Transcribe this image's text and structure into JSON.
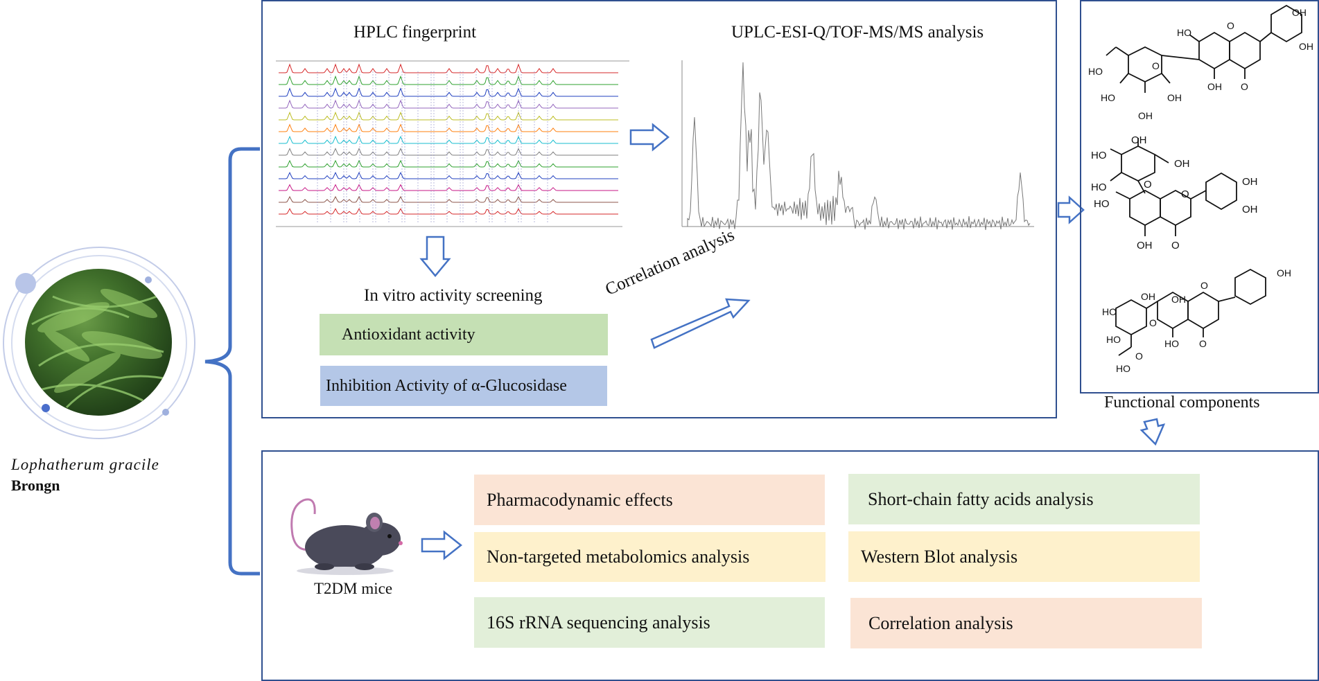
{
  "plant": {
    "name_italic": "Lophatherum gracile",
    "name_bold": "Brongn"
  },
  "top_panel": {
    "hplc_title": "HPLC fingerprint",
    "uplc_title": "UPLC-ESI-Q/TOF-MS/MS analysis",
    "screening_title": "In vitro activity screening",
    "correlation_arrow_label": "Correlation analysis",
    "assays": [
      "Antioxidant activity",
      "Inhibition Activity of α-Glucosidase"
    ]
  },
  "functional_components_label": "Functional components",
  "bottom_panel": {
    "mice_label": "T2DM mice",
    "analyses": [
      "Pharmacodynamic effects",
      "Short-chain fatty acids analysis",
      "Non-targeted metabolomics analysis",
      "Western Blot analysis",
      "16S rRNA sequencing analysis",
      "Correlation analysis"
    ]
  },
  "chemical_labels": {
    "s1": [
      "OH",
      "OH",
      "HO",
      "HO",
      "HO",
      "OH",
      "OH",
      "OH",
      "O",
      "O",
      "O"
    ],
    "s2": [
      "OH",
      "HO",
      "OH",
      "HO",
      "O",
      "OH",
      "OH",
      "HO",
      "O",
      "OH",
      "O"
    ],
    "s3": [
      "OH",
      "OH",
      "HO",
      "HO",
      "O",
      "O",
      "HO",
      "OH",
      "O",
      "HO",
      "O"
    ]
  },
  "colors": {
    "frame": "#2f4f8f",
    "arrow": "#4472c4",
    "bracket": "#4472c4",
    "orange_box": "#fbe4d5",
    "green_box": "#e2efd9",
    "yellow_box": "#fef1cc",
    "antioxidant_box": "#c5e0b4",
    "glucosidase_box": "#b4c7e7"
  },
  "icons": [
    "plant-photo",
    "mouse-icon",
    "chromatogram-hplc",
    "chromatogram-uplc",
    "chemical-structure"
  ]
}
